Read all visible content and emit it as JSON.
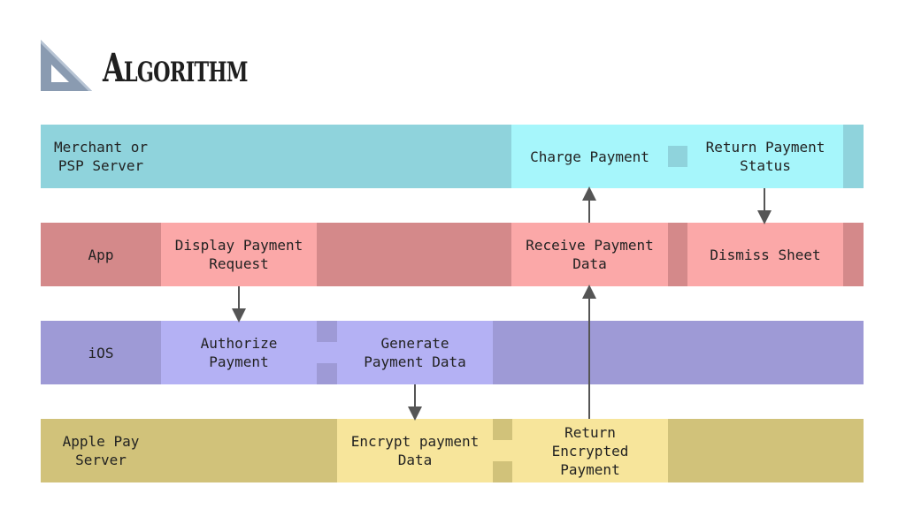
{
  "title": "Algorithm",
  "icon": "set-square-icon",
  "colors": {
    "merchant_lane": "#8fd3dc",
    "merchant_step": "#a6f6fb",
    "app_lane": "#d4898a",
    "app_step": "#fba8a8",
    "ios_lane": "#9e9ad6",
    "ios_step": "#b4b1f4",
    "applepay_lane": "#d1c27a",
    "applepay_step": "#f7e59b"
  },
  "lanes": [
    {
      "label": "Merchant or\nPSP Server"
    },
    {
      "label": "App"
    },
    {
      "label": "iOS"
    },
    {
      "label": "Apple Pay\nServer"
    }
  ],
  "steps": {
    "charge_payment": "Charge Payment",
    "return_payment_status": "Return Payment\nStatus",
    "display_payment_request": "Display Payment\nRequest",
    "receive_payment_data": "Receive Payment\nData",
    "dismiss_sheet": "Dismiss Sheet",
    "authorize_payment": "Authorize\nPayment",
    "generate_payment_data": "Generate\nPayment Data",
    "encrypt_payment_data": "Encrypt payment\nData",
    "return_encrypted_payment": "Return\nEncrypted\nPayment"
  }
}
